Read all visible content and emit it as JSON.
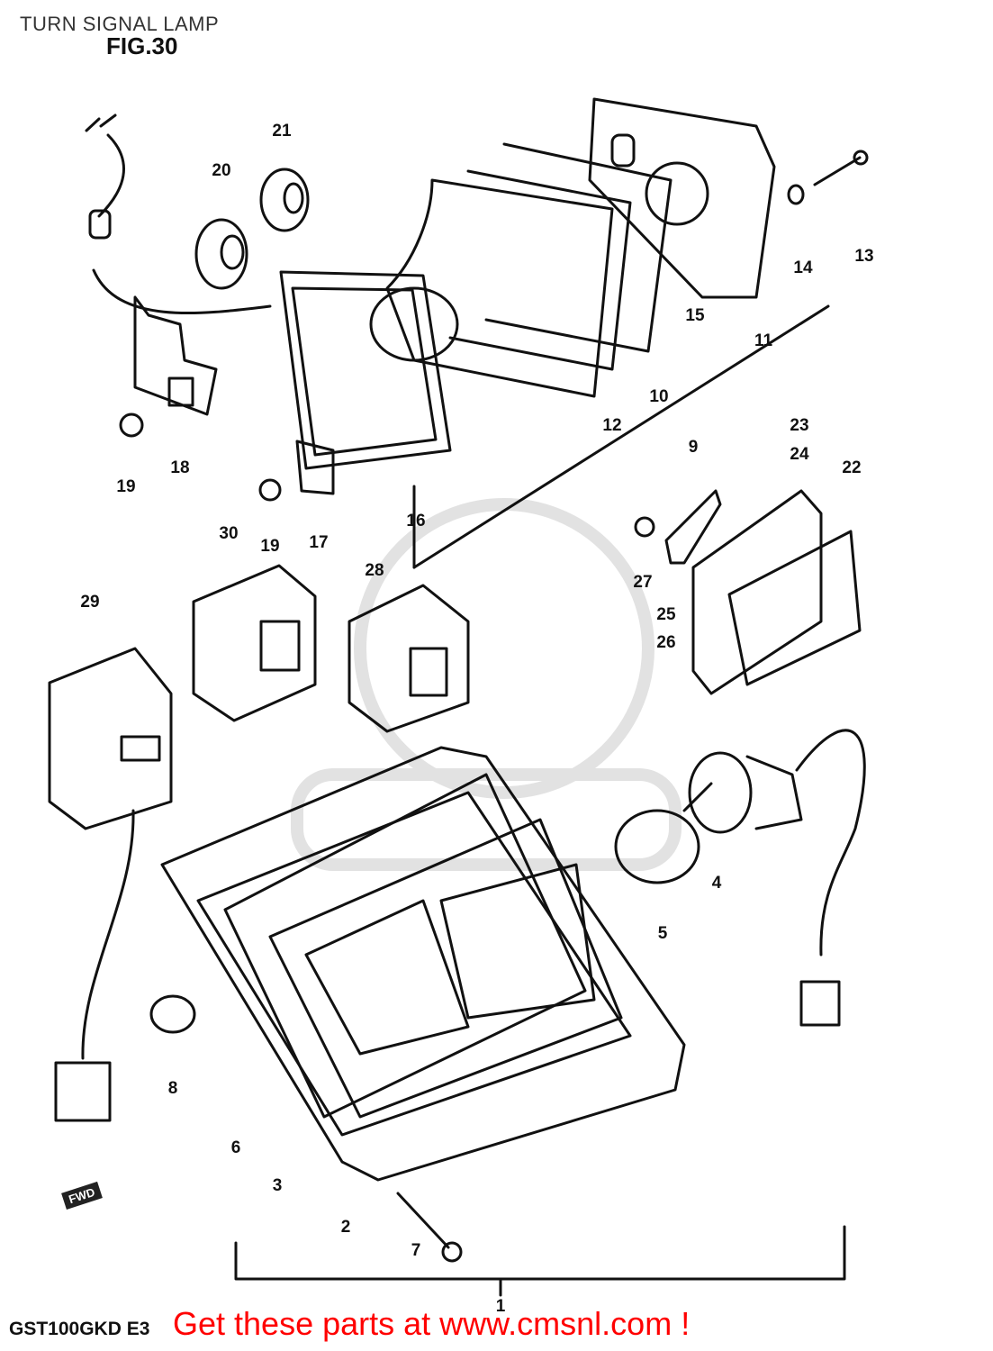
{
  "header": {
    "title": "TURN SIGNAL LAMP",
    "figure": "FIG.30"
  },
  "footer": {
    "model": "GST100GKD E3",
    "cta": "Get these parts at www.cmsnl.com !"
  },
  "fwd_label": "FWD",
  "callouts": [
    "1",
    "2",
    "3",
    "4",
    "5",
    "6",
    "7",
    "8",
    "9",
    "10",
    "11",
    "12",
    "13",
    "14",
    "15",
    "16",
    "17",
    "18",
    "19",
    "19",
    "20",
    "21",
    "22",
    "23",
    "24",
    "25",
    "26",
    "27",
    "28",
    "29",
    "30"
  ],
  "colors": {
    "ink": "#111111",
    "cta": "#ff0000",
    "watermark": "#e6e6e6"
  }
}
